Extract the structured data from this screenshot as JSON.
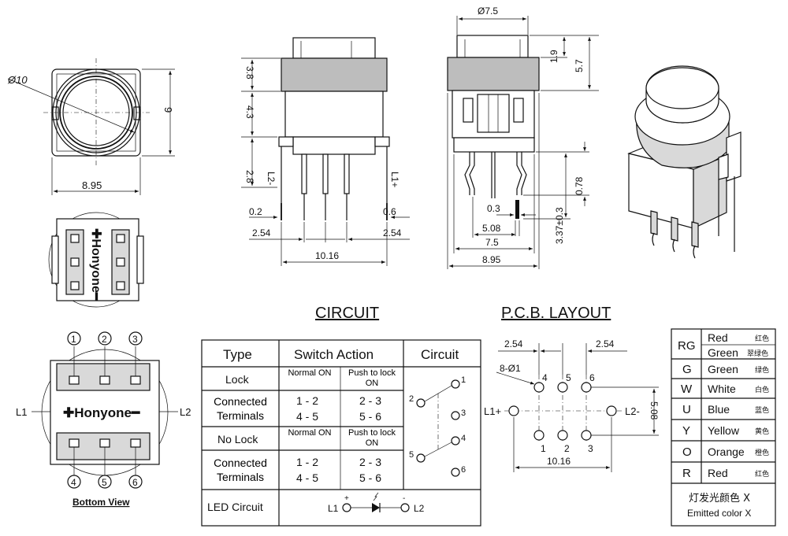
{
  "front_view": {
    "diameter": "Ø10",
    "height": "9",
    "width": "8.95"
  },
  "back_view": {
    "brand": "✚Honyone━"
  },
  "bottom_view": {
    "pins_top": [
      "1",
      "2",
      "3"
    ],
    "pins_bottom": [
      "4",
      "5",
      "6"
    ],
    "l1": "L1",
    "l2": "L2",
    "brand": "✚Honyone━",
    "caption": "Bottom View"
  },
  "side_view": {
    "dims": {
      "top": "3.8",
      "mid": "4.3",
      "bottom": "2.8",
      "pin_left": "0.2",
      "pin_right": "0.6",
      "pitch_left": "2.54",
      "pitch_right": "2.54",
      "span": "10.16"
    },
    "labels": {
      "l2": "L2-",
      "l1": "L1+"
    }
  },
  "end_view": {
    "dims": {
      "cap_dia": "Ø7.5",
      "cap_h": "1.9",
      "total_h": "5.7",
      "lead": "0.78",
      "pin_w": "0.3",
      "pitch": "5.08",
      "body": "7.5",
      "base": "8.95",
      "standoff": "3.37±0.3"
    }
  },
  "circuit": {
    "heading": "CIRCUIT",
    "table": {
      "headers": [
        "Type",
        "Switch Action",
        "Circuit"
      ],
      "lock": "Lock",
      "normal_on": "Normal ON",
      "push_to_lock_on": "Push to lock ON",
      "connected": "Connected Terminals",
      "c1": "1 - 2",
      "c2": "4 - 5",
      "c3": "2 - 3",
      "c4": "5 - 6",
      "no_lock": "No Lock",
      "normal_on2": "Normal ON",
      "push_to_lock_on2": "Push to lock ON",
      "connected2": "Connected Terminals",
      "d1": "1 - 2",
      "d2": "4 - 5",
      "d3": "2 - 3",
      "d4": "5 - 6",
      "led_circuit": "LED Circuit",
      "led_l1": "L1",
      "led_l2": "L2",
      "plus": "+",
      "minus": "-",
      "sw_nodes": [
        "1",
        "2",
        "3",
        "4",
        "5",
        "6"
      ]
    }
  },
  "pcb": {
    "heading": "P.C.B. LAYOUT",
    "dims": {
      "pitch_left": "2.54",
      "pitch_right": "2.54",
      "holes": "8-Ø1",
      "height": "5.08",
      "width": "10.16"
    },
    "top_pins": [
      "4",
      "5",
      "6"
    ],
    "bottom_pins": [
      "1",
      "2",
      "3"
    ],
    "l1": "L1+",
    "l2": "L2-"
  },
  "color_table": {
    "rows": [
      {
        "code": "RG",
        "en": "Red",
        "cn": "红色"
      },
      {
        "code": "",
        "en": "Green",
        "cn": "翠绿色"
      },
      {
        "code": "G",
        "en": "Green",
        "cn": "绿色"
      },
      {
        "code": "W",
        "en": "White",
        "cn": "白色"
      },
      {
        "code": "U",
        "en": "Blue",
        "cn": "蓝色"
      },
      {
        "code": "Y",
        "en": "Yellow",
        "cn": "黄色"
      },
      {
        "code": "O",
        "en": "Orange",
        "cn": "橙色"
      },
      {
        "code": "R",
        "en": "Red",
        "cn": "红色"
      }
    ],
    "footer_cn": "灯发光颜色 X",
    "footer_en": "Emitted color X"
  },
  "colors": {
    "ink": "#111111",
    "body_gray": "#bdbdbd",
    "paper": "#ffffff"
  }
}
